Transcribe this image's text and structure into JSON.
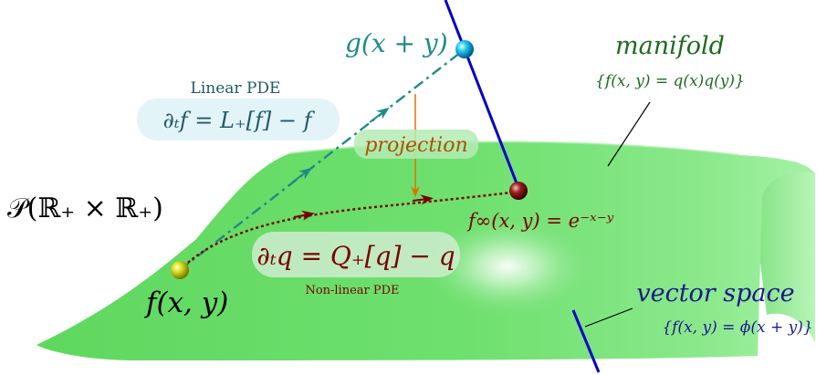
{
  "labels": {
    "space": "𝒫(ℝ₊ × ℝ₊)",
    "initial": "f(x, y)",
    "projected": "g(x + y)",
    "equilibrium": "f∞(x, y) = e⁻ˣ⁻ʸ",
    "linear_title": "Linear PDE",
    "linear_eq": "∂ₜf = L₊[f] − f",
    "nonlinear_eq": "∂ₜq = Q₊[q] − q",
    "nonlinear_title": "Non-linear PDE",
    "projection": "projection",
    "manifold_title": "manifold",
    "manifold_def": "{f(x, y) = q(x)q(y)}",
    "vector_title": "vector space",
    "vector_def": "{f(x, y) = ϕ(x + y)}"
  },
  "colors": {
    "surface": "#66dd66",
    "surface_light": "#a6f2a6",
    "linear_path": "#1f8a8a",
    "nonlinear_path": "#7a0000",
    "vector_line": "#0000cc",
    "projection_arrow": "#e07000",
    "manifold_text": "#1d6b1d",
    "vector_text": "#1a1a8c",
    "bubble": "#e3f4f8"
  }
}
